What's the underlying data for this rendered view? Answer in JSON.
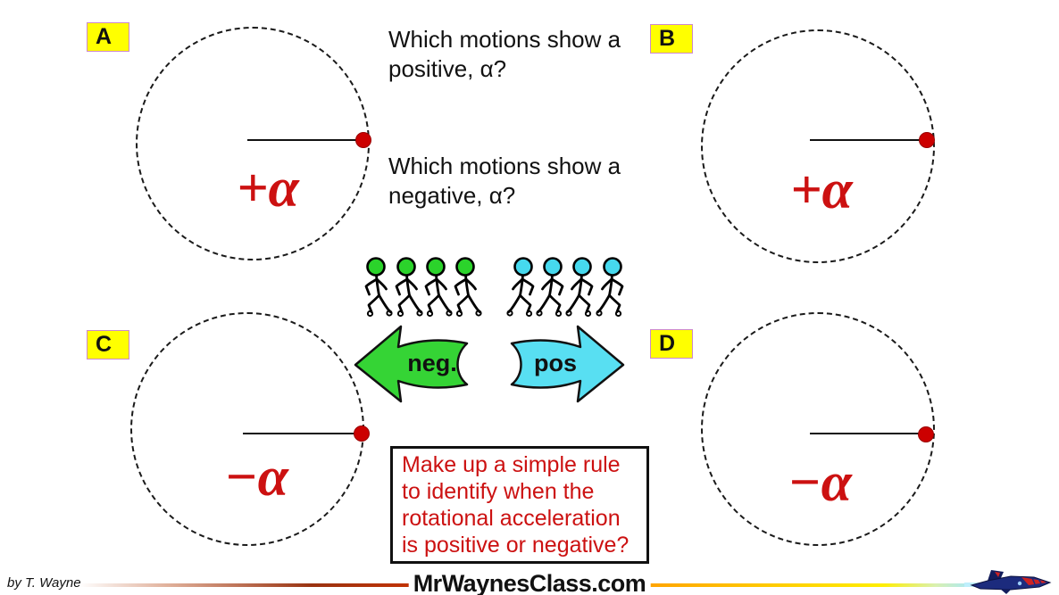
{
  "questions": {
    "positive": {
      "line1": "Which motions show a",
      "line2": "positive, α?"
    },
    "negative": {
      "line1": "Which motions show a",
      "line2": "negative, α?"
    }
  },
  "panels": {
    "a": {
      "label": "A",
      "alpha": "+α"
    },
    "b": {
      "label": "B",
      "alpha": "+α"
    },
    "c": {
      "label": "C",
      "alpha": "−α"
    },
    "d": {
      "label": "D",
      "alpha": "−α"
    }
  },
  "arrows": {
    "neg_label": "neg.",
    "pos_label": "pos"
  },
  "rule_box": {
    "line1": "Make up a simple rule",
    "line2": "to identify when the",
    "line3": "rotational acceleration",
    "line4": "is positive or negative?"
  },
  "footer": {
    "byline": "by T. Wayne",
    "site": "MrWaynesClass.com"
  },
  "icons": {
    "walkers_left": "green-walking-figures-icon",
    "walkers_right": "cyan-walking-figures-icon",
    "arrow_left": "left-arrow-icon",
    "arrow_right": "right-arrow-icon",
    "jet": "jet-airplane-icon"
  },
  "colors": {
    "alpha_red": "#cc1111",
    "dot_red": "#cc0000",
    "label_yellow": "#ffff00",
    "label_border_pink": "#cc88cc",
    "arrow_green": "#35d435",
    "arrow_cyan": "#58dff2",
    "head_green": "#2bd32b",
    "head_cyan": "#46d9ee",
    "line_orange": "#ff9900"
  }
}
